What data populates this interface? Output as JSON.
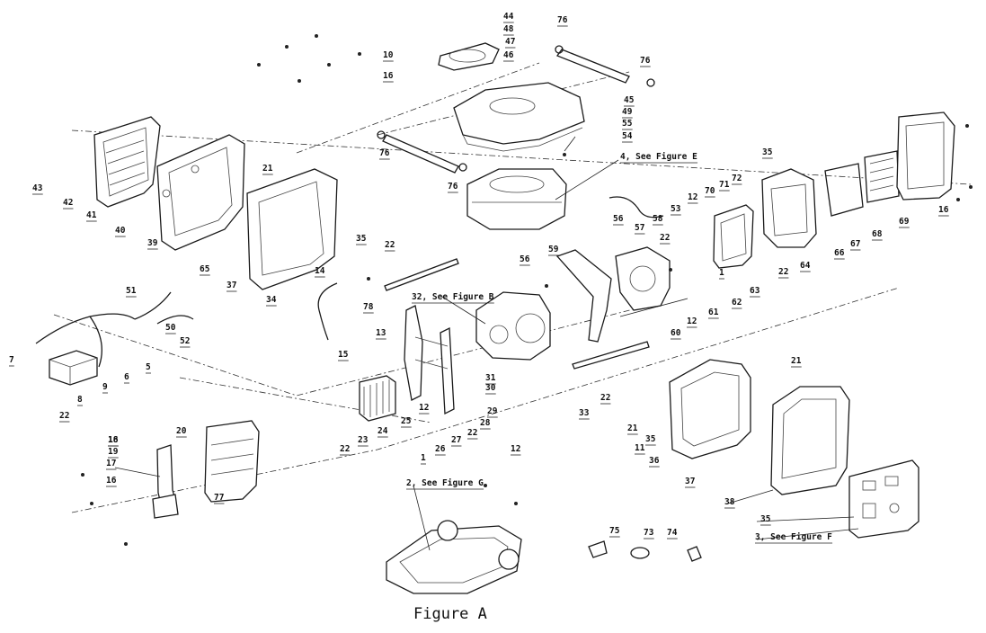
{
  "caption": "Figure A",
  "callouts": {
    "c1_a": "1",
    "c1_b": "1",
    "c2": "2, See Figure G",
    "c3": "3, See Figure F",
    "c4": "4, See Figure E",
    "c5": "5",
    "c6": "6",
    "c7": "7",
    "c8": "8",
    "c9": "9",
    "c10": "10",
    "c11": "11",
    "c12_a": "12",
    "c12_b": "12",
    "c12_c": "12",
    "c12_d": "12",
    "c13": "13",
    "c14": "14",
    "c15": "15",
    "c16_a": "16",
    "c16_b": "16",
    "c16_c": "16",
    "c16_d": "16",
    "c17": "17",
    "c18": "18",
    "c19": "19",
    "c20": "20",
    "c21_a": "21",
    "c21_b": "21",
    "c21_c": "21",
    "c22_a": "22",
    "c22_b": "22",
    "c22_c": "22",
    "c22_d": "22",
    "c22_e": "22",
    "c22_f": "22",
    "c22_g": "22",
    "c23": "23",
    "c24": "24",
    "c25": "25",
    "c26": "26",
    "c27": "27",
    "c28": "28",
    "c29": "29",
    "c30": "30",
    "c31": "31",
    "c32": "32, See Figure B",
    "c33": "33",
    "c34": "34",
    "c35_a": "35",
    "c35_b": "35",
    "c35_c": "35",
    "c35_d": "35",
    "c36": "36",
    "c37_a": "37",
    "c37_b": "37",
    "c38": "38",
    "c39": "39",
    "c40": "40",
    "c41": "41",
    "c42": "42",
    "c43": "43",
    "c44": "44",
    "c45": "45",
    "c46": "46",
    "c47": "47",
    "c48": "48",
    "c49": "49",
    "c50": "50",
    "c51": "51",
    "c52": "52",
    "c53": "53",
    "c54": "54",
    "c55": "55",
    "c56_a": "56",
    "c56_b": "56",
    "c57": "57",
    "c58": "58",
    "c59": "59",
    "c60": "60",
    "c61": "61",
    "c62": "62",
    "c63": "63",
    "c64": "64",
    "c65": "65",
    "c66": "66",
    "c67": "67",
    "c68": "68",
    "c69": "69",
    "c70": "70",
    "c71": "71",
    "c72": "72",
    "c73": "73",
    "c74": "74",
    "c75": "75",
    "c76_a": "76",
    "c76_b": "76",
    "c76_c": "76",
    "c76_d": "76",
    "c77": "77",
    "c78": "78"
  }
}
